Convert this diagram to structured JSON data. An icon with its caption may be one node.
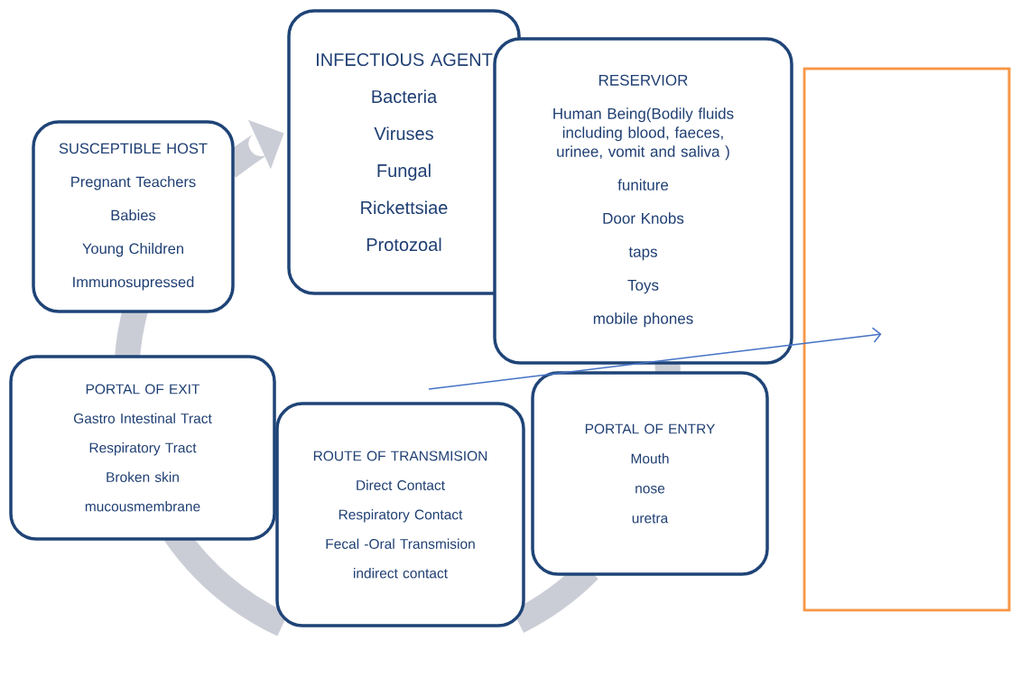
{
  "diagram": {
    "nodes": [
      {
        "text": [
          "SUSCEPTIBLE HOST",
          "Pregnant Teachers",
          "Babies",
          "Young Children",
          "Immunosupressed"
        ]
      },
      {
        "text": [
          "INFECTIOUS AGENT",
          "Bacteria",
          "Viruses",
          "Fungal",
          "Rickettsiae",
          "Protozoal"
        ]
      },
      {
        "text": [
          "RESERVIOR",
          "Human Being(Bodily fluids including blood, faeces, urinee, vomit and saliva )",
          "funiture",
          "Door Knobs",
          "taps",
          "Toys",
          "mobile phones"
        ]
      },
      {
        "text": [
          "PORTAL OF EXIT",
          "Gastro Intestinal Tract",
          "Respiratory Tract",
          "Broken skin",
          "mucousmembrane"
        ]
      },
      {
        "text": [
          "ROUTE OF TRANSMISION",
          "Direct Contact",
          "Respiratory Contact",
          "Fecal -Oral Transmision",
          "indirect contact"
        ]
      },
      {
        "text": [
          "PORTAL OF ENTRY",
          "Mouth",
          "nose",
          "uretra"
        ]
      },
      {
        "text": [],
        "shape": "box"
      }
    ],
    "edges": [
      {
        "from": 2,
        "to": 5,
        "arrow": "none"
      },
      {
        "from": 5,
        "to": 4,
        "arrow": "none"
      },
      {
        "from": 4,
        "to": 3,
        "arrow": "none"
      },
      {
        "from": 3,
        "to": 0,
        "arrow": "none"
      },
      {
        "from": 0,
        "to": 1,
        "arrow": "to"
      },
      {
        "from": null,
        "to": 6,
        "arrow": "to",
        "color": "#4472c4"
      }
    ]
  }
}
